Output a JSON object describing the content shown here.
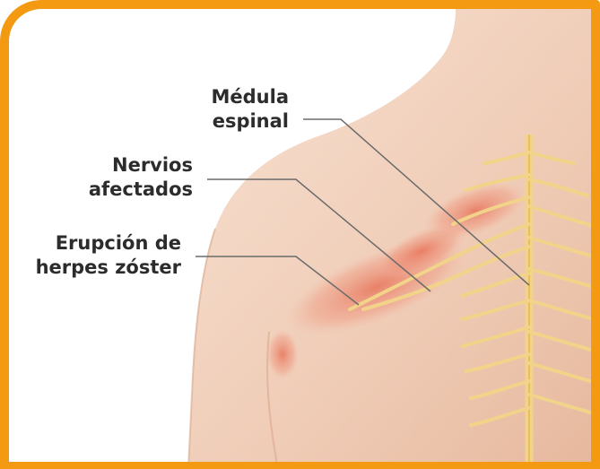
{
  "labels": {
    "spinal_cord": [
      "Médula",
      "espinal"
    ],
    "affected_nerves": [
      "Nervios",
      "afectados"
    ],
    "rash": [
      "Erupción de",
      "herpes zóster"
    ]
  },
  "colors": {
    "frame": "#f39a12",
    "skin_light": "#f5dcc9",
    "skin_mid": "#e9bda3",
    "nerve": "#f2d38a",
    "rash": "#e8735a",
    "leader_line": "#6b6b6b",
    "text": "#2c2c2c"
  }
}
